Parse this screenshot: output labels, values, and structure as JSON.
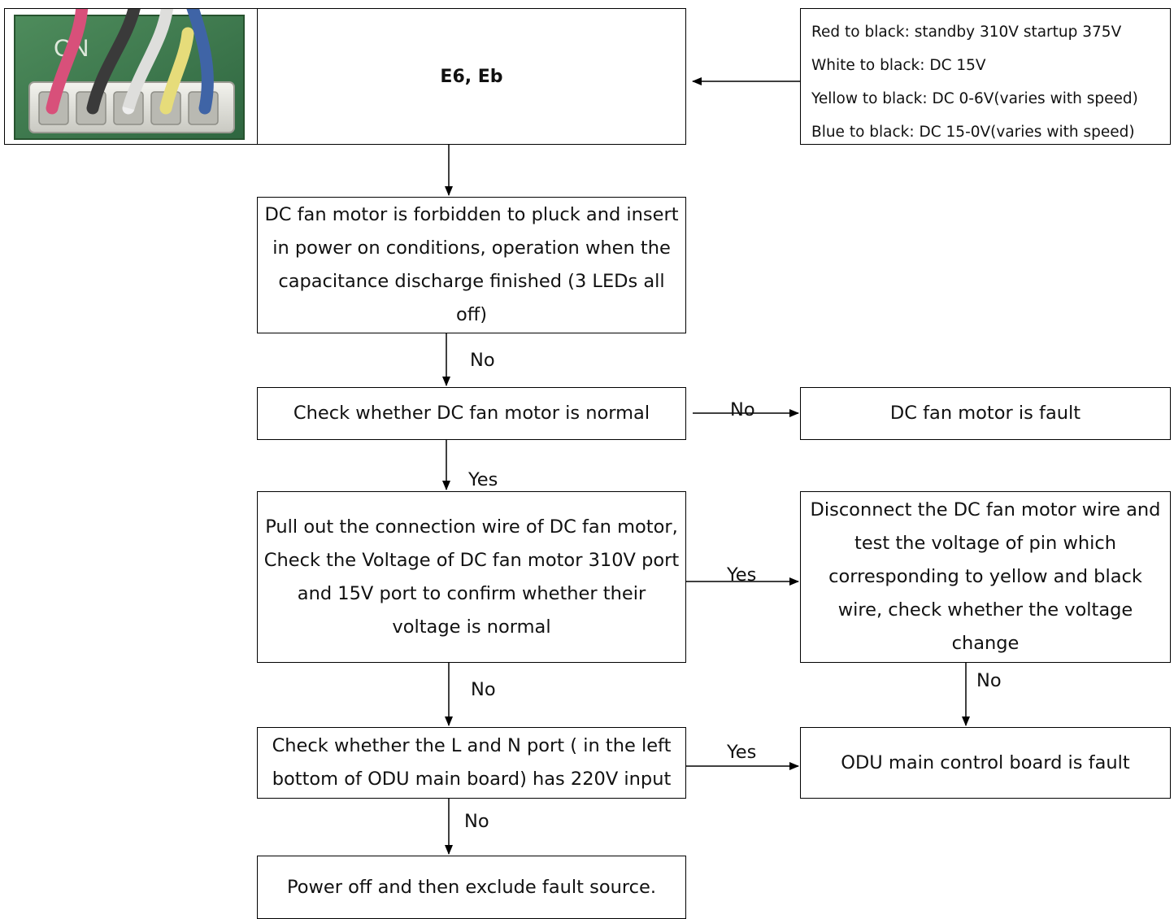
{
  "title_node": {
    "text": "E6, Eb"
  },
  "voltage_notes": [
    "Red to black: standby 310V startup 375V",
    "White to black: DC 15V",
    "Yellow to black: DC 0-6V(varies with speed)",
    "Blue to black: DC 15-0V(varies with speed)"
  ],
  "connector_photo": {
    "label": "CN"
  },
  "nodes": {
    "warning": "DC fan motor is forbidden to pluck and insert in power on conditions, operation when the capacitance discharge finished (3 LEDs all off)",
    "check_motor": "Check whether DC fan motor is normal",
    "motor_fault": "DC fan motor is fault",
    "check_voltage": "Pull out the connection wire of DC fan motor, Check the Voltage of DC fan motor 310V port and 15V port to confirm whether their voltage is normal",
    "test_pin": "Disconnect the DC fan motor wire and test the voltage of pin which corresponding to yellow and black wire, check whether the voltage change",
    "check_input": "Check whether the L and N port ( in the left bottom of ODU main board) has 220V input",
    "board_fault": "ODU main control board is fault",
    "power_off": "Power off and then exclude fault source."
  },
  "edge_labels": {
    "warning_to_check": "No",
    "check_to_fault": "No",
    "check_to_voltage": "Yes",
    "voltage_to_test": "Yes",
    "test_to_board": "No",
    "voltage_to_input": "No",
    "input_to_board": "Yes",
    "input_to_poweroff": "No"
  },
  "colors": {
    "line": "#000000",
    "photo_board_green": "#3f7a4c",
    "wire_red": "#d8507a",
    "wire_black": "#3a3a3a",
    "wire_white": "#eeeeee",
    "wire_yellow": "#e6dc7a",
    "wire_blue": "#3f64a6"
  }
}
